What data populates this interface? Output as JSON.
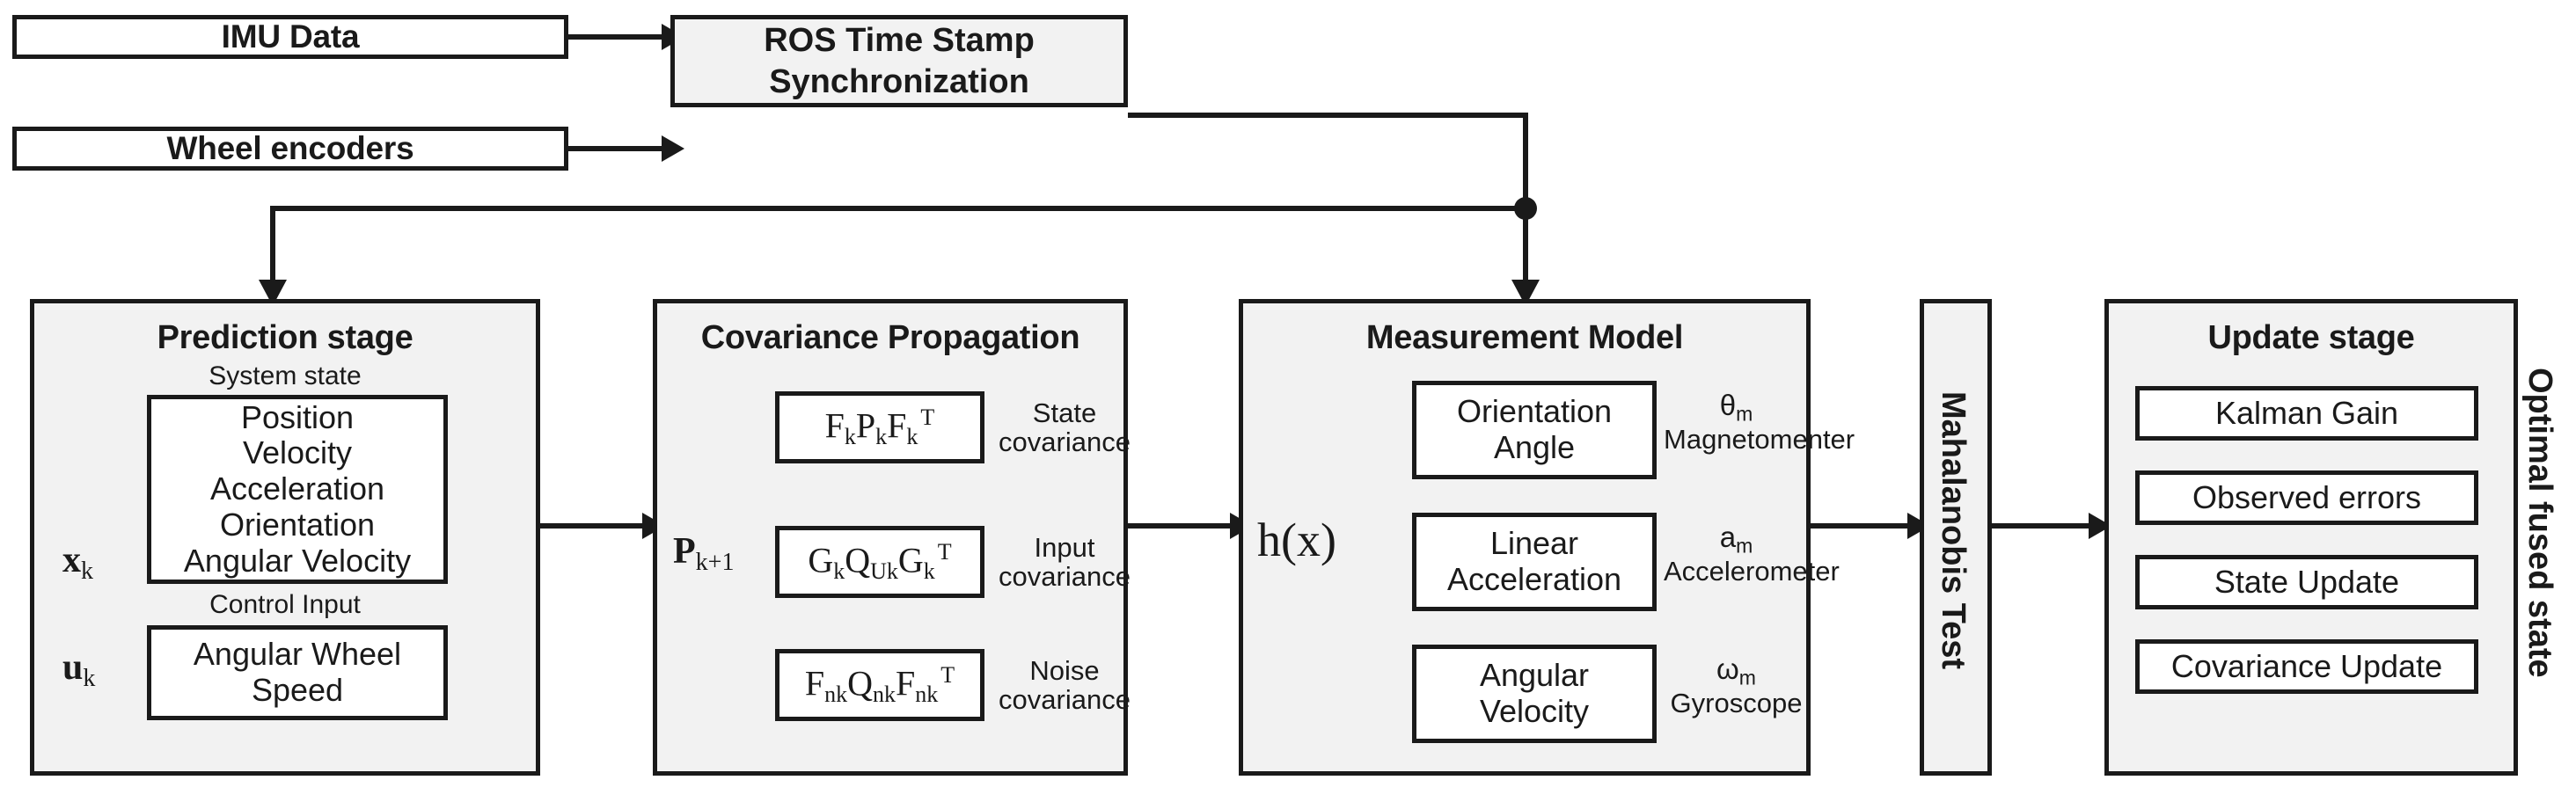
{
  "diagram": {
    "title": "Extended Kalman Filter sensor fusion pipeline",
    "colors": {
      "line": "#1a1a1a",
      "stage_fill": "#f2f2f2",
      "box_fill": "#ffffff",
      "page": "#ffffff"
    }
  },
  "sources": [
    {
      "label": "IMU Data"
    },
    {
      "label": "Wheel encoders"
    }
  ],
  "sync": {
    "line1": "ROS Time Stamp",
    "line2": "Synchronization"
  },
  "prediction": {
    "title": "Prediction stage",
    "system_state_label": "System state",
    "state_symbol": "x",
    "state_symbol_sub": "k",
    "state_items": [
      "Position",
      "Velocity",
      "Acceleration",
      "Orientation",
      "Angular Velocity"
    ],
    "control_input_label": "Control Input",
    "control_symbol": "u",
    "control_symbol_sub": "k",
    "control_items_line1": "Angular Wheel",
    "control_items_line2": "Speed"
  },
  "covariance": {
    "title": "Covariance Propagation",
    "symbol": "P",
    "symbol_sub": "k+1",
    "rows": [
      {
        "formula_main": "F",
        "formula_text": "FkPkFk",
        "parts": [
          {
            "base": "F",
            "sub": "k"
          },
          {
            "base": "P",
            "sub": "k"
          },
          {
            "base": "F",
            "sub": "k",
            "sup": "T"
          }
        ],
        "note_line1": "State",
        "note_line2": "covariance"
      },
      {
        "formula_text": "GkQUkGk",
        "parts": [
          {
            "base": "G",
            "sub": "k"
          },
          {
            "base": "Q",
            "sub": "Uk"
          },
          {
            "base": "G",
            "sub": "k",
            "sup": "T"
          }
        ],
        "note_line1": "Input",
        "note_line2": "covariance"
      },
      {
        "formula_text": "FnkQnkFnk",
        "parts": [
          {
            "base": "F",
            "sub": "nk"
          },
          {
            "base": "Q",
            "sub": "nk"
          },
          {
            "base": "F",
            "sub": "nk",
            "sup": "T"
          }
        ],
        "note_line1": "Noise",
        "note_line2": "covariance"
      }
    ]
  },
  "measurement": {
    "title": "Measurement Model",
    "symbol": "h(x)",
    "rows": [
      {
        "box_line1": "Orientation",
        "box_line2": "Angle",
        "symbol": "θ",
        "symbol_sub": "m",
        "sensor": "Magnetomenter"
      },
      {
        "box_line1": "Linear",
        "box_line2": "Acceleration",
        "symbol": "a",
        "symbol_sub": "m",
        "sensor": "Accelerometer"
      },
      {
        "box_line1": "Angular",
        "box_line2": "Velocity",
        "symbol": "ω",
        "symbol_sub": "m",
        "sensor": "Gyroscope"
      }
    ]
  },
  "mahalanobis": {
    "label": "Mahalanobis Test"
  },
  "update": {
    "title": "Update stage",
    "items": [
      "Kalman Gain",
      "Observed errors",
      "State Update",
      "Covariance Update"
    ]
  },
  "output": {
    "label": "Optimal fused state"
  }
}
